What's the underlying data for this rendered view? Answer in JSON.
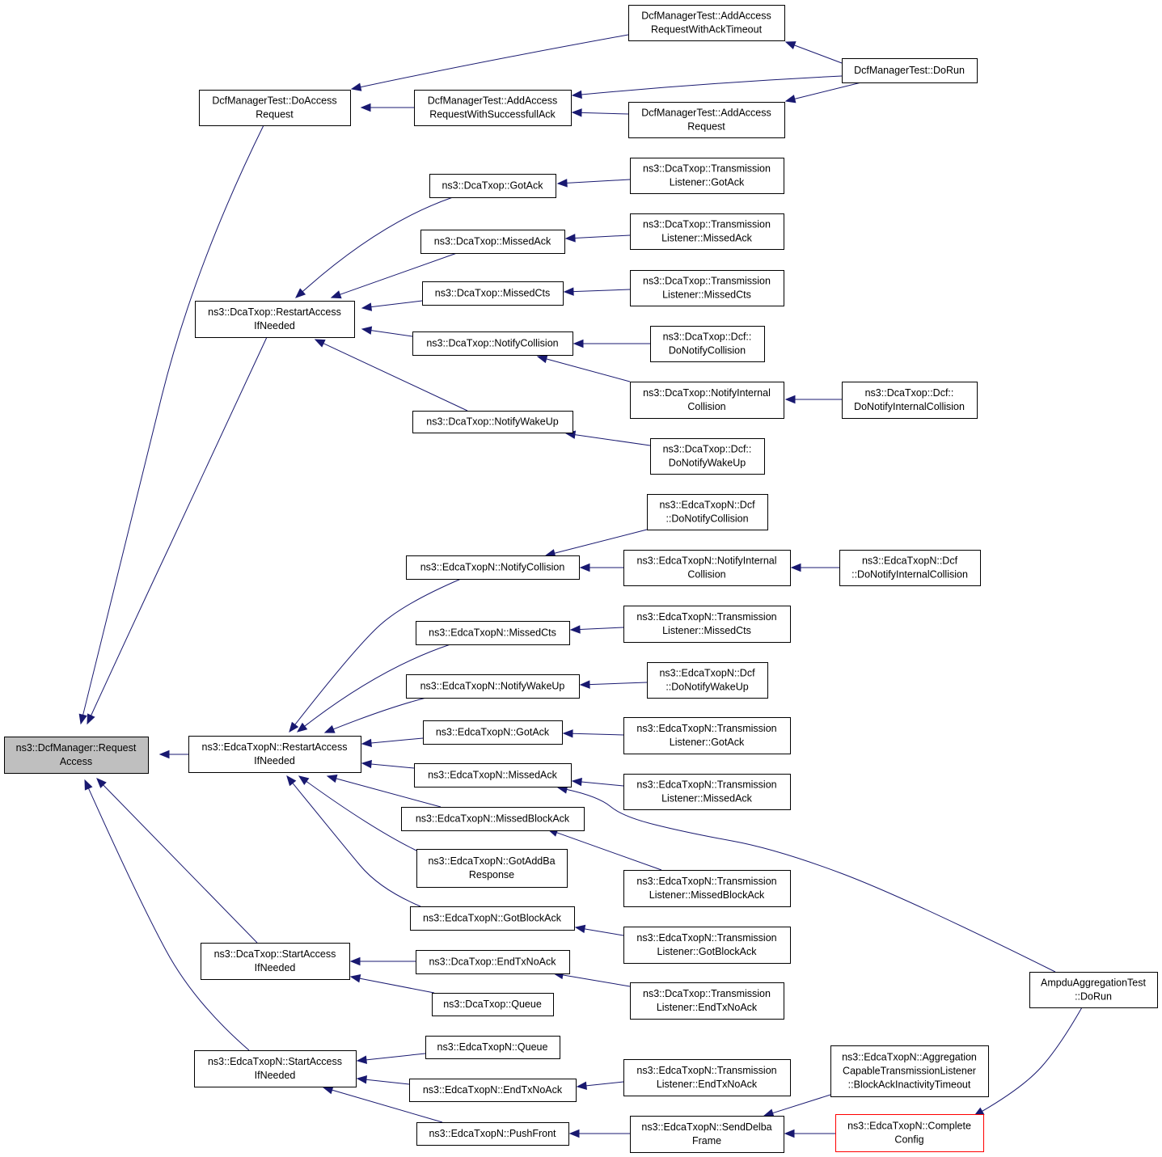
{
  "graph": {
    "nodes": [
      {
        "id": "n0",
        "lines": [
          "ns3::DcfManager::Request",
          "Access"
        ],
        "focus": true
      },
      {
        "id": "n1",
        "lines": [
          "DcfManagerTest::DoAccess",
          "Request"
        ]
      },
      {
        "id": "n2",
        "lines": [
          "DcfManagerTest::AddAccess",
          "RequestWithSuccessfullAck"
        ]
      },
      {
        "id": "n3",
        "lines": [
          "DcfManagerTest::AddAccess",
          "RequestWithAckTimeout"
        ]
      },
      {
        "id": "n4",
        "lines": [
          "DcfManagerTest::DoRun"
        ]
      },
      {
        "id": "n5",
        "lines": [
          "DcfManagerTest::AddAccess",
          "Request"
        ]
      },
      {
        "id": "n6",
        "lines": [
          "ns3::DcaTxop::RestartAccess",
          "IfNeeded"
        ]
      },
      {
        "id": "n7",
        "lines": [
          "ns3::DcaTxop::GotAck"
        ]
      },
      {
        "id": "n8",
        "lines": [
          "ns3::DcaTxop::Transmission",
          "Listener::GotAck"
        ]
      },
      {
        "id": "n9",
        "lines": [
          "ns3::DcaTxop::MissedAck"
        ]
      },
      {
        "id": "n10",
        "lines": [
          "ns3::DcaTxop::Transmission",
          "Listener::MissedAck"
        ]
      },
      {
        "id": "n11",
        "lines": [
          "ns3::DcaTxop::MissedCts"
        ]
      },
      {
        "id": "n12",
        "lines": [
          "ns3::DcaTxop::Transmission",
          "Listener::MissedCts"
        ]
      },
      {
        "id": "n13",
        "lines": [
          "ns3::DcaTxop::NotifyCollision"
        ]
      },
      {
        "id": "n14",
        "lines": [
          "ns3::DcaTxop::Dcf::",
          "DoNotifyCollision"
        ]
      },
      {
        "id": "n15",
        "lines": [
          "ns3::DcaTxop::NotifyInternal",
          "Collision"
        ]
      },
      {
        "id": "n16",
        "lines": [
          "ns3::DcaTxop::Dcf::",
          "DoNotifyInternalCollision"
        ]
      },
      {
        "id": "n17",
        "lines": [
          "ns3::DcaTxop::NotifyWakeUp"
        ]
      },
      {
        "id": "n18",
        "lines": [
          "ns3::DcaTxop::Dcf::",
          "DoNotifyWakeUp"
        ]
      },
      {
        "id": "n19",
        "lines": [
          "ns3::EdcaTxopN::RestartAccess",
          "IfNeeded"
        ]
      },
      {
        "id": "n20",
        "lines": [
          "ns3::EdcaTxopN::NotifyCollision"
        ]
      },
      {
        "id": "n21",
        "lines": [
          "ns3::EdcaTxopN::Dcf",
          "::DoNotifyCollision"
        ]
      },
      {
        "id": "n22",
        "lines": [
          "ns3::EdcaTxopN::NotifyInternal",
          "Collision"
        ]
      },
      {
        "id": "n23",
        "lines": [
          "ns3::EdcaTxopN::Dcf",
          "::DoNotifyInternalCollision"
        ]
      },
      {
        "id": "n24",
        "lines": [
          "ns3::EdcaTxopN::MissedCts"
        ]
      },
      {
        "id": "n25",
        "lines": [
          "ns3::EdcaTxopN::Transmission",
          "Listener::MissedCts"
        ]
      },
      {
        "id": "n26",
        "lines": [
          "ns3::EdcaTxopN::NotifyWakeUp"
        ]
      },
      {
        "id": "n27",
        "lines": [
          "ns3::EdcaTxopN::Dcf",
          "::DoNotifyWakeUp"
        ]
      },
      {
        "id": "n28",
        "lines": [
          "ns3::EdcaTxopN::GotAck"
        ]
      },
      {
        "id": "n29",
        "lines": [
          "ns3::EdcaTxopN::Transmission",
          "Listener::GotAck"
        ]
      },
      {
        "id": "n30",
        "lines": [
          "ns3::EdcaTxopN::MissedAck"
        ]
      },
      {
        "id": "n31",
        "lines": [
          "ns3::EdcaTxopN::Transmission",
          "Listener::MissedAck"
        ]
      },
      {
        "id": "n32",
        "lines": [
          "ns3::EdcaTxopN::MissedBlockAck"
        ]
      },
      {
        "id": "n33",
        "lines": [
          "ns3::EdcaTxopN::Transmission",
          "Listener::MissedBlockAck"
        ]
      },
      {
        "id": "n34",
        "lines": [
          "ns3::EdcaTxopN::GotAddBa",
          "Response"
        ]
      },
      {
        "id": "n35",
        "lines": [
          "ns3::EdcaTxopN::GotBlockAck"
        ]
      },
      {
        "id": "n36",
        "lines": [
          "ns3::EdcaTxopN::Transmission",
          "Listener::GotBlockAck"
        ]
      },
      {
        "id": "n37",
        "lines": [
          "AmpduAggregationTest",
          "::DoRun"
        ]
      },
      {
        "id": "n38",
        "lines": [
          "ns3::DcaTxop::StartAccess",
          "IfNeeded"
        ]
      },
      {
        "id": "n39",
        "lines": [
          "ns3::DcaTxop::EndTxNoAck"
        ]
      },
      {
        "id": "n40",
        "lines": [
          "ns3::DcaTxop::Transmission",
          "Listener::EndTxNoAck"
        ]
      },
      {
        "id": "n41",
        "lines": [
          "ns3::DcaTxop::Queue"
        ]
      },
      {
        "id": "n42",
        "lines": [
          "ns3::EdcaTxopN::StartAccess",
          "IfNeeded"
        ]
      },
      {
        "id": "n43",
        "lines": [
          "ns3::EdcaTxopN::Queue"
        ]
      },
      {
        "id": "n44",
        "lines": [
          "ns3::EdcaTxopN::EndTxNoAck"
        ]
      },
      {
        "id": "n45",
        "lines": [
          "ns3::EdcaTxopN::Transmission",
          "Listener::EndTxNoAck"
        ]
      },
      {
        "id": "n46",
        "lines": [
          "ns3::EdcaTxopN::PushFront"
        ]
      },
      {
        "id": "n47",
        "lines": [
          "ns3::EdcaTxopN::SendDelba",
          "Frame"
        ]
      },
      {
        "id": "n48",
        "lines": [
          "ns3::EdcaTxopN::Aggregation",
          "CapableTransmissionListener",
          "::BlockAckInactivityTimeout"
        ]
      },
      {
        "id": "n49",
        "lines": [
          "ns3::EdcaTxopN::Complete",
          "Config"
        ],
        "highlight": "red"
      }
    ],
    "edges": [
      [
        "n1",
        "n0"
      ],
      [
        "n6",
        "n0"
      ],
      [
        "n19",
        "n0"
      ],
      [
        "n38",
        "n0"
      ],
      [
        "n42",
        "n0"
      ],
      [
        "n2",
        "n1"
      ],
      [
        "n3",
        "n1"
      ],
      [
        "n4",
        "n3"
      ],
      [
        "n4",
        "n2"
      ],
      [
        "n5",
        "n2"
      ],
      [
        "n4",
        "n5"
      ],
      [
        "n7",
        "n6"
      ],
      [
        "n9",
        "n6"
      ],
      [
        "n11",
        "n6"
      ],
      [
        "n13",
        "n6"
      ],
      [
        "n17",
        "n6"
      ],
      [
        "n8",
        "n7"
      ],
      [
        "n10",
        "n9"
      ],
      [
        "n12",
        "n11"
      ],
      [
        "n14",
        "n13"
      ],
      [
        "n15",
        "n13"
      ],
      [
        "n16",
        "n15"
      ],
      [
        "n18",
        "n17"
      ],
      [
        "n20",
        "n19"
      ],
      [
        "n24",
        "n19"
      ],
      [
        "n26",
        "n19"
      ],
      [
        "n28",
        "n19"
      ],
      [
        "n30",
        "n19"
      ],
      [
        "n32",
        "n19"
      ],
      [
        "n34",
        "n19"
      ],
      [
        "n35",
        "n19"
      ],
      [
        "n21",
        "n20"
      ],
      [
        "n22",
        "n20"
      ],
      [
        "n23",
        "n22"
      ],
      [
        "n25",
        "n24"
      ],
      [
        "n27",
        "n26"
      ],
      [
        "n29",
        "n28"
      ],
      [
        "n31",
        "n30"
      ],
      [
        "n37",
        "n30"
      ],
      [
        "n33",
        "n32"
      ],
      [
        "n36",
        "n35"
      ],
      [
        "n39",
        "n38"
      ],
      [
        "n41",
        "n38"
      ],
      [
        "n40",
        "n39"
      ],
      [
        "n43",
        "n42"
      ],
      [
        "n44",
        "n42"
      ],
      [
        "n46",
        "n42"
      ],
      [
        "n45",
        "n44"
      ],
      [
        "n47",
        "n46"
      ],
      [
        "n48",
        "n47"
      ],
      [
        "n49",
        "n47"
      ],
      [
        "n37",
        "n49"
      ]
    ]
  }
}
